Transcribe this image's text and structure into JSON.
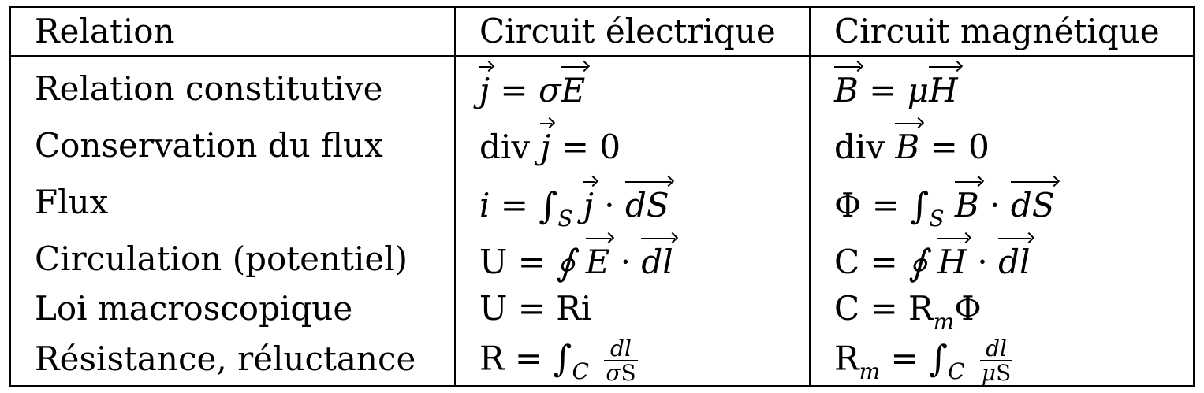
{
  "headers": [
    "Relation",
    "Circuit électrique",
    "Circuit magnétique"
  ],
  "rows": [
    {
      "label": "Relation constitutive",
      "elec": {
        "lhs": "j",
        "op": "=",
        "coef": "σ",
        "rhs": "E"
      },
      "mag": {
        "lhs": "B",
        "op": "=",
        "coef": "μ",
        "rhs": "H"
      }
    },
    {
      "label": "Conservation du flux",
      "elec": {
        "prefix": "div",
        "vec": "j",
        "rest": "= 0"
      },
      "mag": {
        "prefix": "div",
        "vec": "B",
        "rest": "= 0"
      }
    },
    {
      "label": "Flux",
      "elec": {
        "lhs": "i",
        "op": "=",
        "int": "∫",
        "sub": "S",
        "v1": "j",
        "dot": "·",
        "v2": "dS"
      },
      "mag": {
        "lhs": "Φ",
        "op": "=",
        "int": "∫",
        "sub": "S",
        "v1": "B",
        "dot": "·",
        "v2": "dS"
      }
    },
    {
      "label": "Circulation (potentiel)",
      "elec": {
        "lhs": "U",
        "op": "=",
        "int": "∮",
        "v1": "E",
        "dot": "·",
        "v2": "dl"
      },
      "mag": {
        "lhs": "C",
        "op": "=",
        "int": "∮",
        "v1": "H",
        "dot": "·",
        "v2": "dl"
      }
    },
    {
      "label": "Loi macroscopique",
      "elec": {
        "text": "U = Ri"
      },
      "mag": {
        "lhs": "C = R",
        "sub": "m",
        "rest": "Φ"
      }
    },
    {
      "label": "Résistance, réluctance",
      "elec": {
        "lhs": "R",
        "op": "=",
        "int": "∫",
        "sub": "C",
        "num": "dl",
        "den_coef": "σ",
        "den": "S"
      },
      "mag": {
        "lhs": "R",
        "lhs_sub": "m",
        "op": "=",
        "int": "∫",
        "sub": "C",
        "num": "dl",
        "den_coef": "μ",
        "den": "S"
      }
    }
  ]
}
